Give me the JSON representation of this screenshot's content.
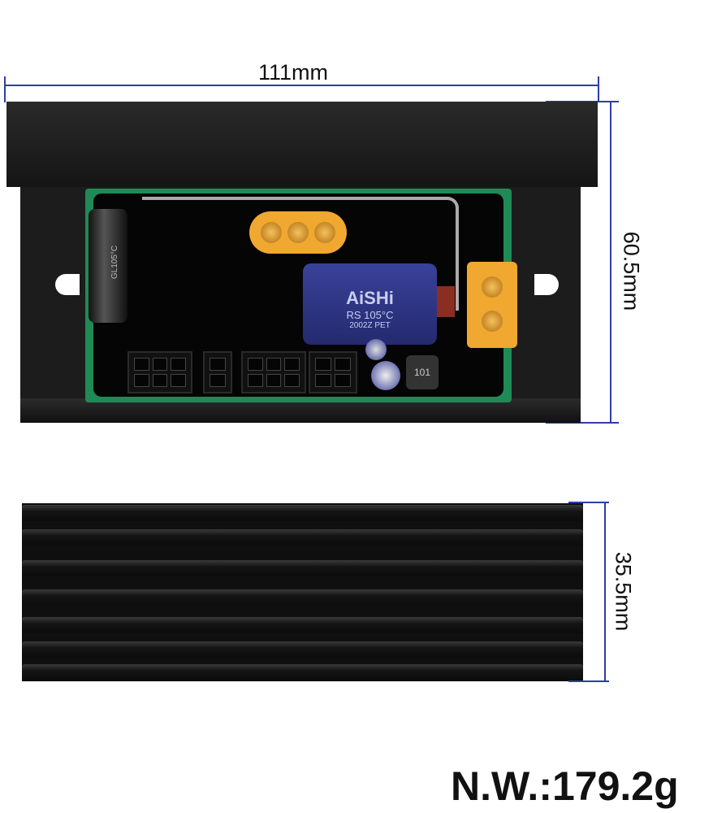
{
  "dimensions": {
    "width": "111mm",
    "height": "60.5mm",
    "depth": "35.5mm"
  },
  "net_weight": "N.W.:179.2g",
  "component_markings": {
    "main_capacitor_brand": "AiSHi",
    "main_capacitor_rating": "RS 105°C",
    "main_capacitor_code": "2002Z PET",
    "side_capacitor_rating": "GL105°C",
    "inductor_code": "101"
  },
  "colors": {
    "dimension_line": "#2f3da6",
    "heatsink": "#1c1c1c",
    "pcb": "#1f8a55",
    "connector": "#f0a830",
    "capacitor": "#2e3580"
  }
}
